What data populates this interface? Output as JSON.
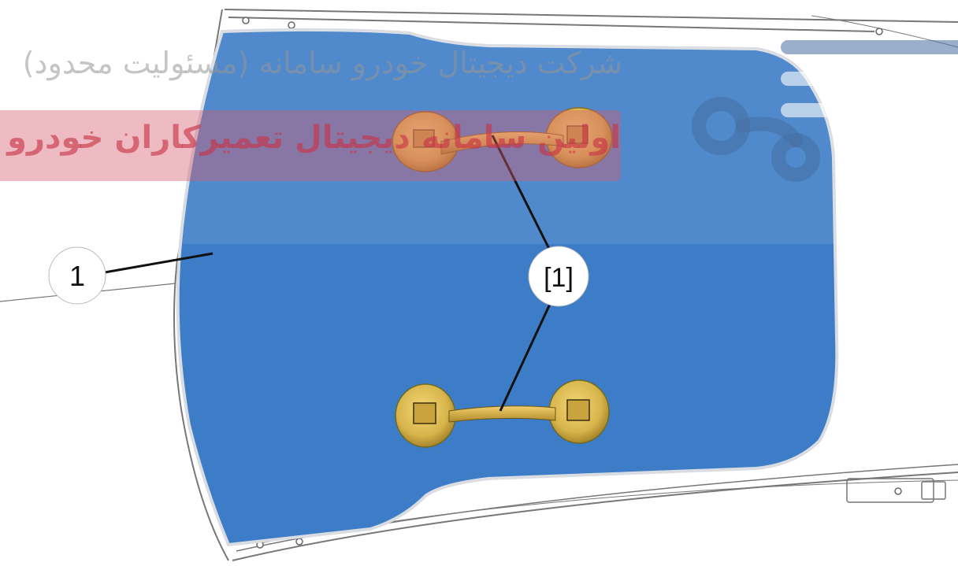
{
  "callouts": {
    "part_1": "1",
    "suction_cups": "[1]"
  },
  "watermark": {
    "line1": "شرکت دیجیتال خودرو سامانه (مسئولیت محدود)",
    "line2": "اولین سامانه دیجیتال تعمیرکاران خودرو در ایران"
  },
  "colors": {
    "glass": "#3d7cc7",
    "suction_cup": "#d8b54c",
    "watermark_red": "#d65c70",
    "outline": "#666666"
  }
}
